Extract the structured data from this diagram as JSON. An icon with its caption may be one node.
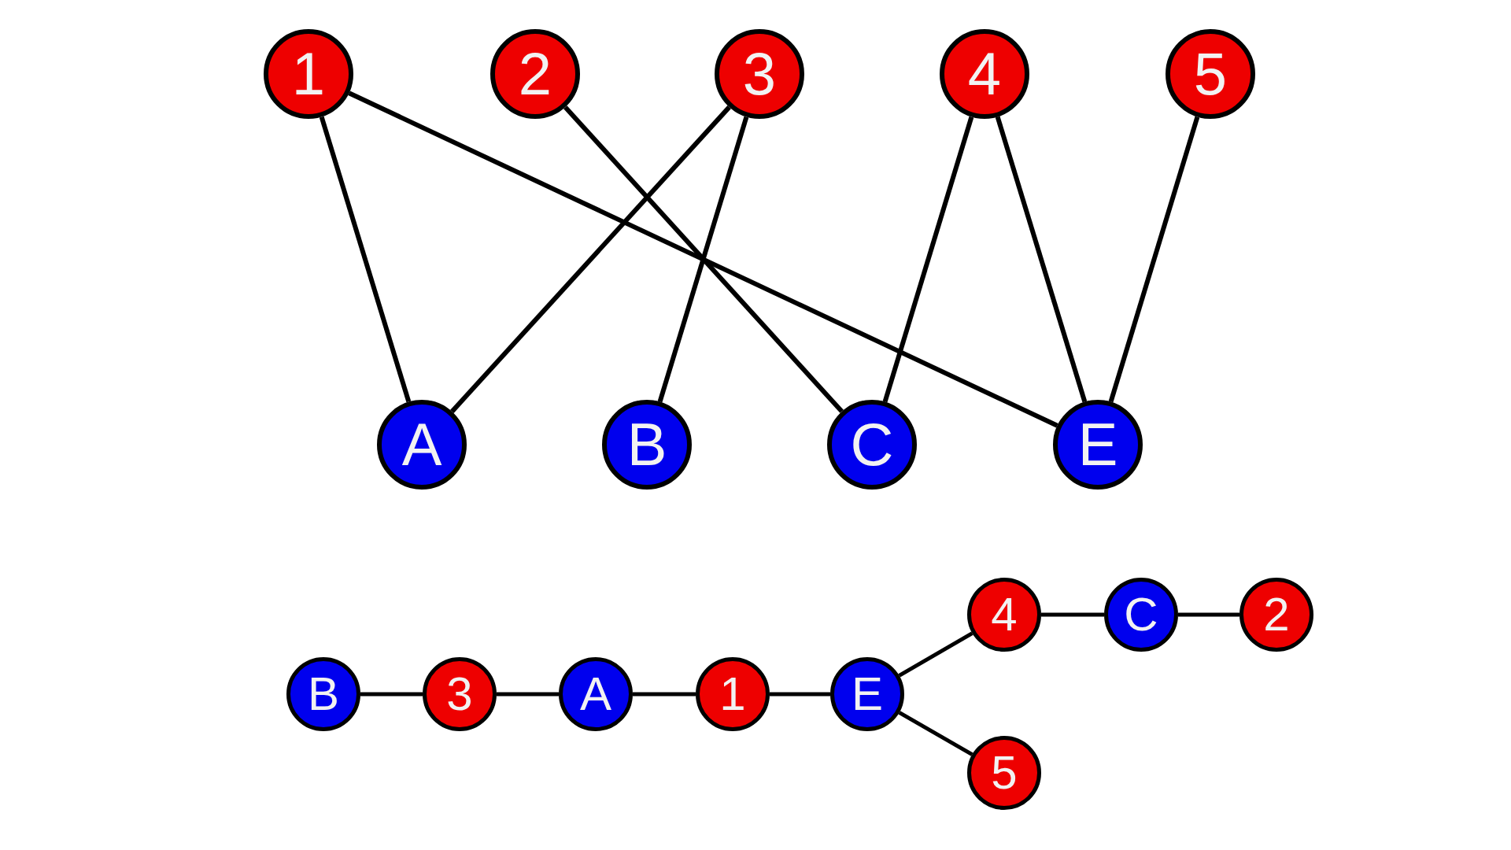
{
  "diagram": {
    "nodes": [
      {
        "text": [
          "1"
        ]
      },
      {
        "text": [
          "2"
        ]
      },
      {
        "text": [
          "3"
        ]
      },
      {
        "text": [
          "4"
        ]
      },
      {
        "text": [
          "5"
        ]
      },
      {
        "text": [
          "A"
        ]
      },
      {
        "text": [
          "B"
        ]
      },
      {
        "text": [
          "C"
        ]
      },
      {
        "text": [
          "E"
        ]
      },
      {
        "text": [
          "4"
        ]
      },
      {
        "text": [
          "C"
        ]
      },
      {
        "text": [
          "2"
        ]
      },
      {
        "text": [
          "B"
        ]
      },
      {
        "text": [
          "3"
        ]
      },
      {
        "text": [
          "A"
        ]
      },
      {
        "text": [
          "1"
        ]
      },
      {
        "text": [
          "E"
        ]
      },
      {
        "text": [
          "5"
        ]
      }
    ],
    "edges": [
      {
        "from": 0,
        "to": 5,
        "arrow": "none"
      },
      {
        "from": 0,
        "to": 8,
        "arrow": "none"
      },
      {
        "from": 1,
        "to": 7,
        "arrow": "none"
      },
      {
        "from": 2,
        "to": 5,
        "arrow": "none"
      },
      {
        "from": 2,
        "to": 6,
        "arrow": "none"
      },
      {
        "from": 3,
        "to": 7,
        "arrow": "none"
      },
      {
        "from": 3,
        "to": 8,
        "arrow": "none"
      },
      {
        "from": 4,
        "to": 8,
        "arrow": "none"
      },
      {
        "from": 12,
        "to": 13,
        "arrow": "none"
      },
      {
        "from": 13,
        "to": 14,
        "arrow": "none"
      },
      {
        "from": 14,
        "to": 15,
        "arrow": "none"
      },
      {
        "from": 15,
        "to": 16,
        "arrow": "none"
      },
      {
        "from": 16,
        "to": 9,
        "arrow": "none"
      },
      {
        "from": 9,
        "to": 10,
        "arrow": "none"
      },
      {
        "from": 10,
        "to": 11,
        "arrow": "none"
      },
      {
        "from": 16,
        "to": 17,
        "arrow": "none"
      }
    ]
  }
}
